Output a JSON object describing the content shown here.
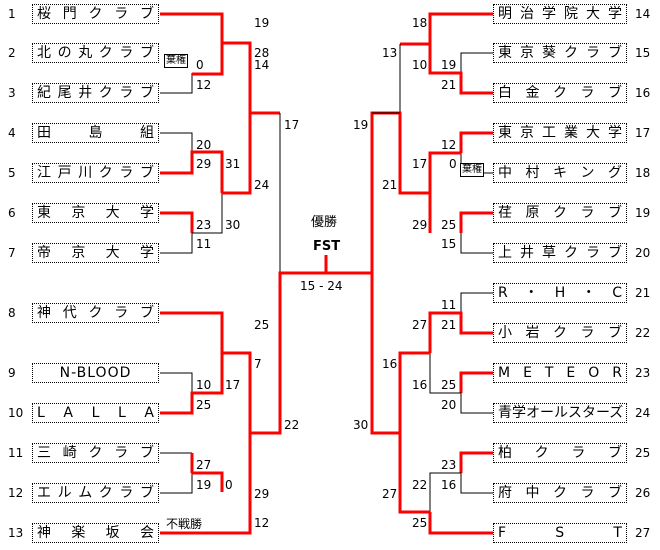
{
  "left_teams": [
    {
      "seed": "1",
      "name": "桜門クラブ"
    },
    {
      "seed": "2",
      "name": "北の丸クラブ"
    },
    {
      "seed": "3",
      "name": "紀尾井クラブ"
    },
    {
      "seed": "4",
      "name": "田島組"
    },
    {
      "seed": "5",
      "name": "江戸川クラブ"
    },
    {
      "seed": "6",
      "name": "東京大学"
    },
    {
      "seed": "7",
      "name": "帝京大学"
    },
    {
      "seed": "8",
      "name": "神代クラブ"
    },
    {
      "seed": "9",
      "name": "N-BLOOD"
    },
    {
      "seed": "10",
      "name": "LALLA"
    },
    {
      "seed": "11",
      "name": "三崎クラブ"
    },
    {
      "seed": "12",
      "name": "エルムクラブ"
    },
    {
      "seed": "13",
      "name": "神楽坂会"
    }
  ],
  "right_teams": [
    {
      "seed": "14",
      "name": "明治学院大学"
    },
    {
      "seed": "15",
      "name": "東京葵クラブ"
    },
    {
      "seed": "16",
      "name": "白金クラブ"
    },
    {
      "seed": "17",
      "name": "東京工業大学"
    },
    {
      "seed": "18",
      "name": "中村キング"
    },
    {
      "seed": "19",
      "name": "荏原クラブ"
    },
    {
      "seed": "20",
      "name": "上井草クラブ"
    },
    {
      "seed": "21",
      "name": "R.H.C"
    },
    {
      "seed": "22",
      "name": "小岩クラブ"
    },
    {
      "seed": "23",
      "name": "METEOR"
    },
    {
      "seed": "24",
      "name": "青学オールスターズ"
    },
    {
      "seed": "25",
      "name": "柏クラブ"
    },
    {
      "seed": "26",
      "name": "府中クラブ"
    },
    {
      "seed": "27",
      "name": "FST"
    }
  ],
  "scores": {
    "s1": "19",
    "s2a": "0",
    "s2b": "14",
    "s3": "12",
    "s1r2": "28",
    "s4": "20",
    "s5": "29",
    "s45": "31",
    "s6": "23",
    "s7": "11",
    "s67": "30",
    "s4567": "24",
    "sTop": "17",
    "s8": "25",
    "s9": "10",
    "s10a": "17",
    "s10": "25",
    "s8r": "7",
    "s11": "27",
    "s12": "19",
    "s12b": "0",
    "s13": "12",
    "sBot": "29",
    "sLower": "22",
    "r14": "18",
    "r15": "19",
    "r16": "21",
    "r1416": "10",
    "rTop1": "13",
    "r17": "12",
    "r18": "0",
    "r1718": "17",
    "r19": "25",
    "r20": "15",
    "r1920": "29",
    "r1720": "21",
    "rTop": "19",
    "r21": "11",
    "r22": "21",
    "r2122": "27",
    "r23": "25",
    "r24": "20",
    "r2324": "16",
    "r2124": "16",
    "r25": "23",
    "r26": "16",
    "r2526": "22",
    "r27": "25",
    "r2527": "27",
    "rBot": "30"
  },
  "labels": {
    "forfeit1": "棄権",
    "forfeit2": "棄権",
    "bye": "不戦勝",
    "champion_title": "優勝",
    "champion": "FST",
    "final_score": "15 - 24"
  },
  "colors": {
    "win": "#ff0000",
    "line": "#000000"
  }
}
